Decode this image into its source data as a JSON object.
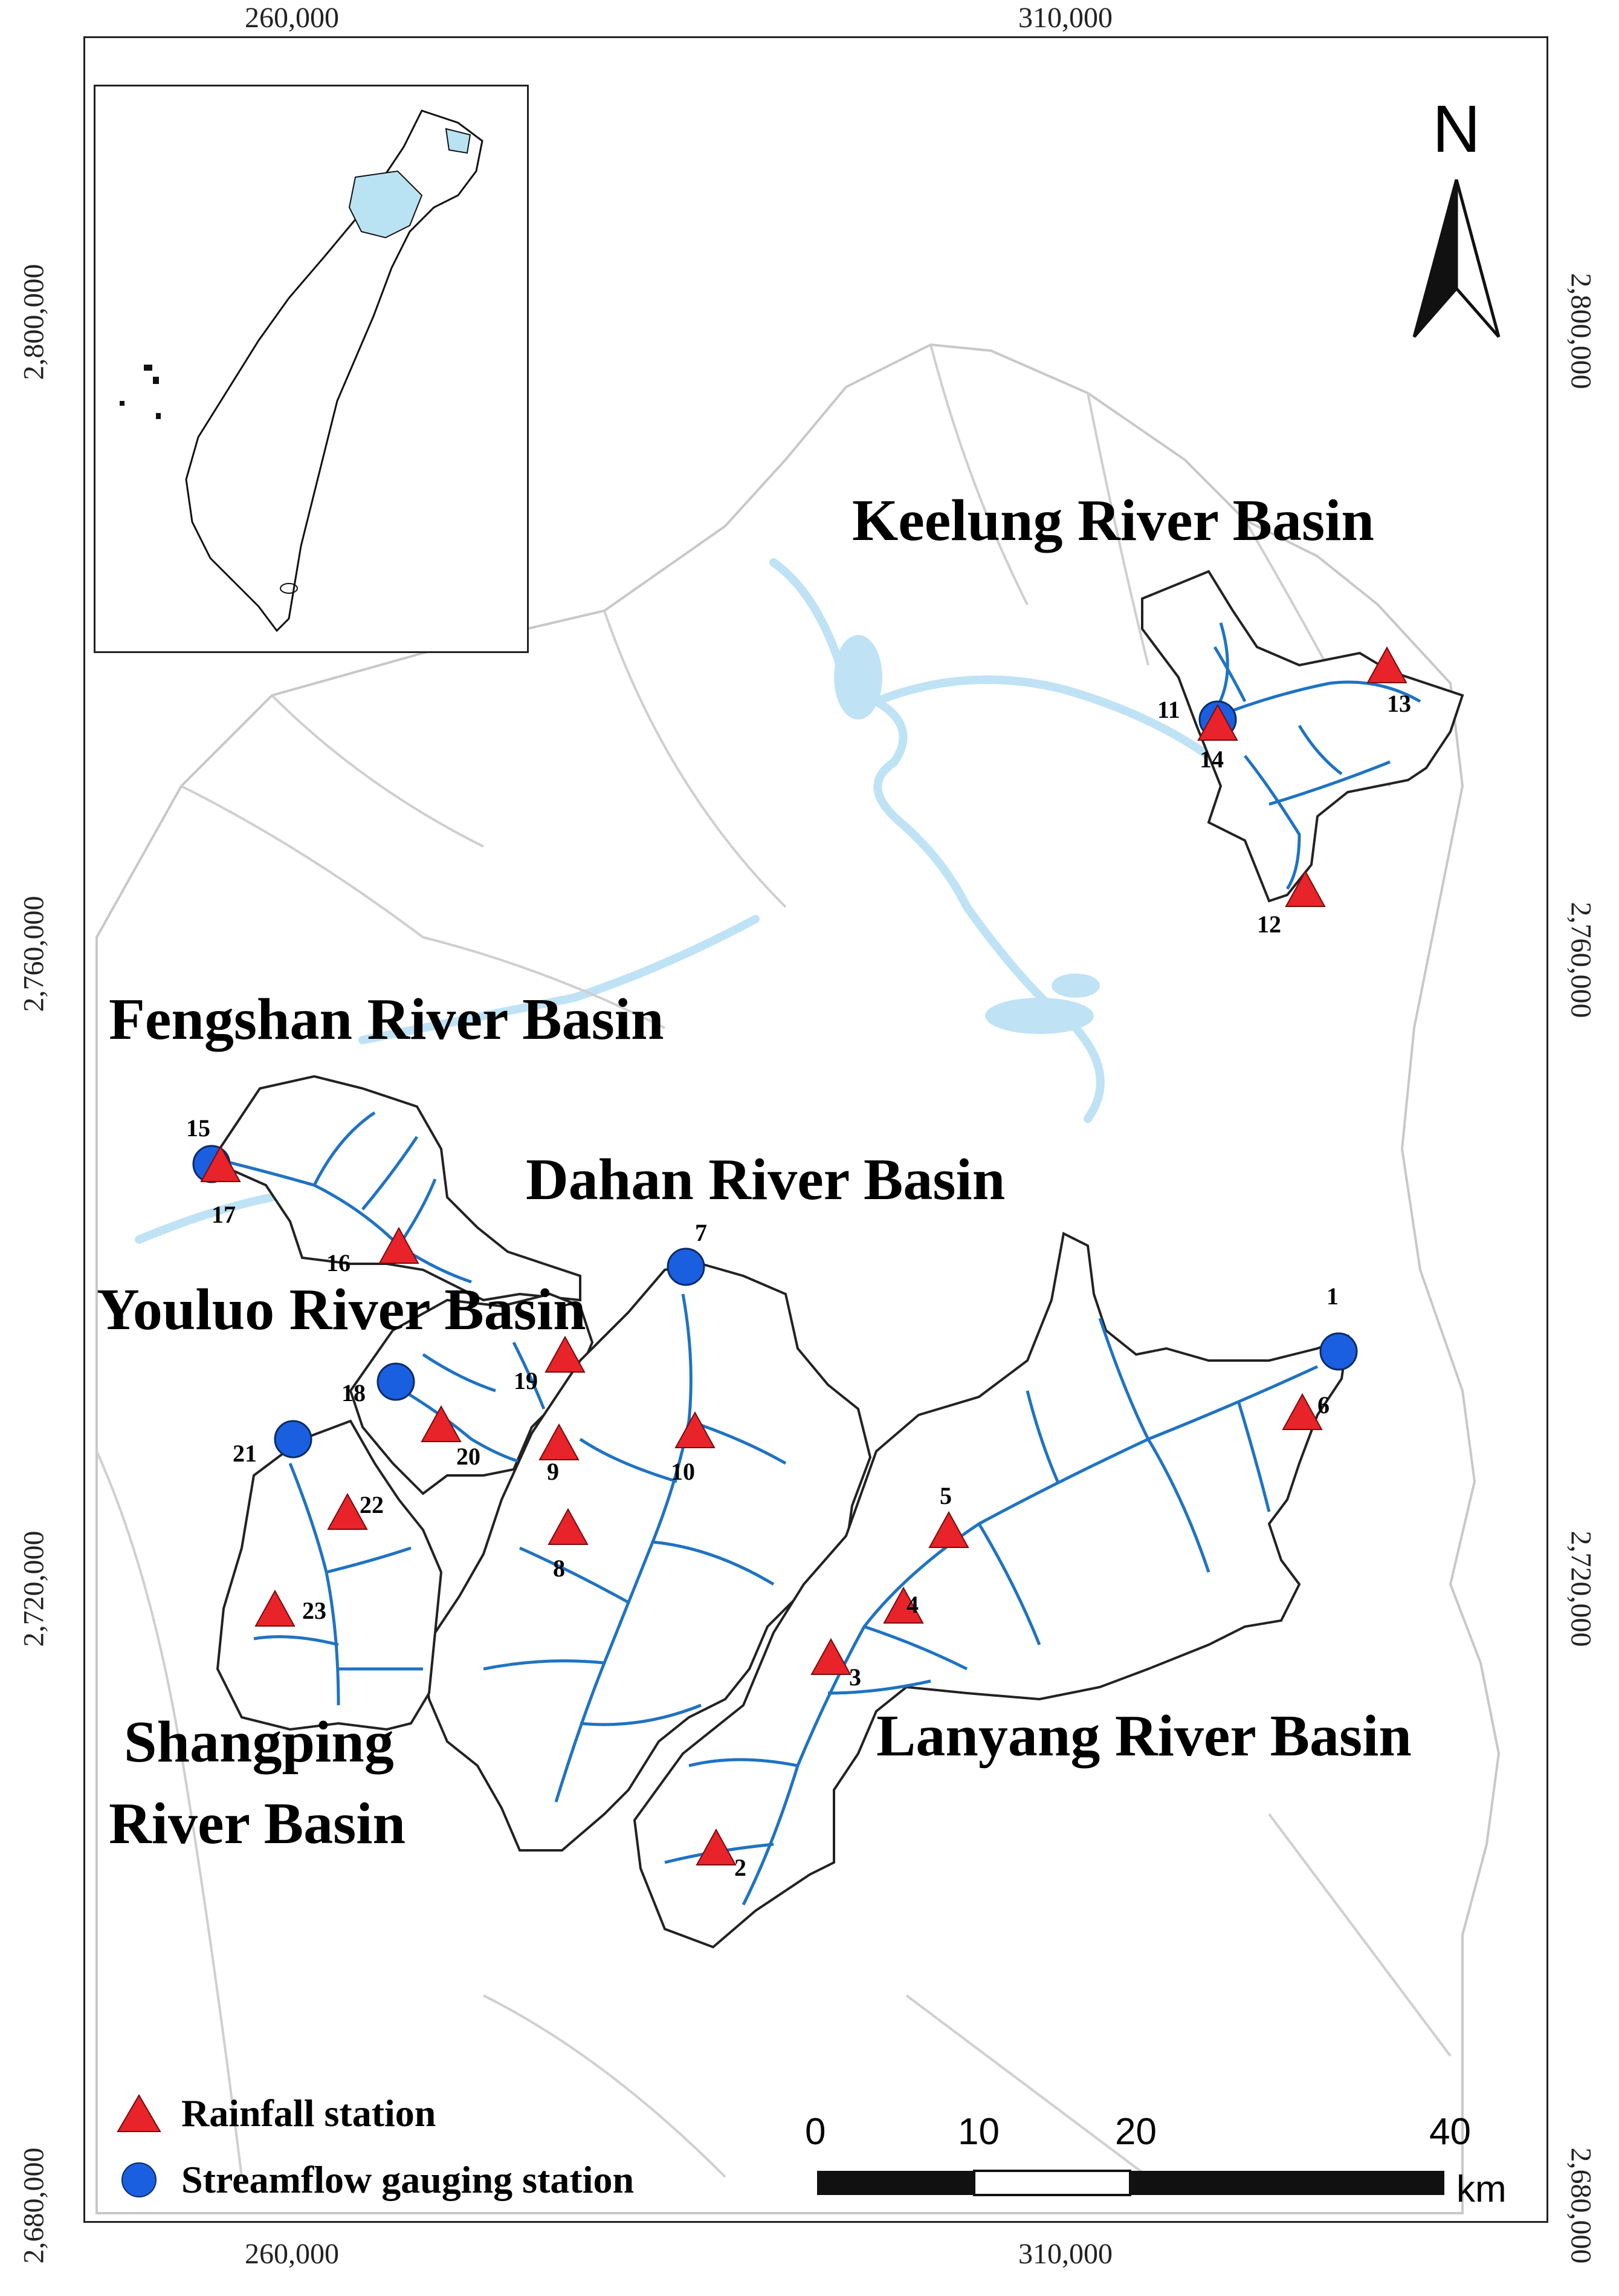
{
  "axes": {
    "x_ticks": [
      "260,000",
      "310,000"
    ],
    "y_ticks": [
      "2,800,000",
      "2,760,000",
      "2,720,000",
      "2,680,000"
    ]
  },
  "north_arrow": {
    "label": "N",
    "icon": "north-arrow-icon"
  },
  "basins": {
    "keelung": "Keelung River Basin",
    "fengshan": "Fengshan River Basin",
    "dahan": "Dahan River Basin",
    "youluo": "Youluo River Basin",
    "shangping_line1": "Shangping",
    "shangping_line2": "River Basin",
    "lanyang": "Lanyang River Basin"
  },
  "stations": {
    "rainfall": [
      "2",
      "3",
      "4",
      "5",
      "6",
      "8",
      "9",
      "10",
      "12",
      "13",
      "14",
      "16",
      "17",
      "19",
      "20",
      "22",
      "23"
    ],
    "streamflow": [
      "1",
      "7",
      "11",
      "15",
      "18",
      "21"
    ]
  },
  "legend": {
    "rainfall": "Rainfall station",
    "streamflow": "Streamflow gauging station"
  },
  "scale_bar": {
    "ticks": [
      "0",
      "10",
      "20",
      "40"
    ],
    "unit": "km"
  },
  "colors": {
    "rainfall": "#e8232a",
    "streamflow": "#1a5fe0",
    "river": "#1f73c2",
    "water_bg": "#bfe3f5",
    "inset_highlight": "#b9e3f3"
  }
}
